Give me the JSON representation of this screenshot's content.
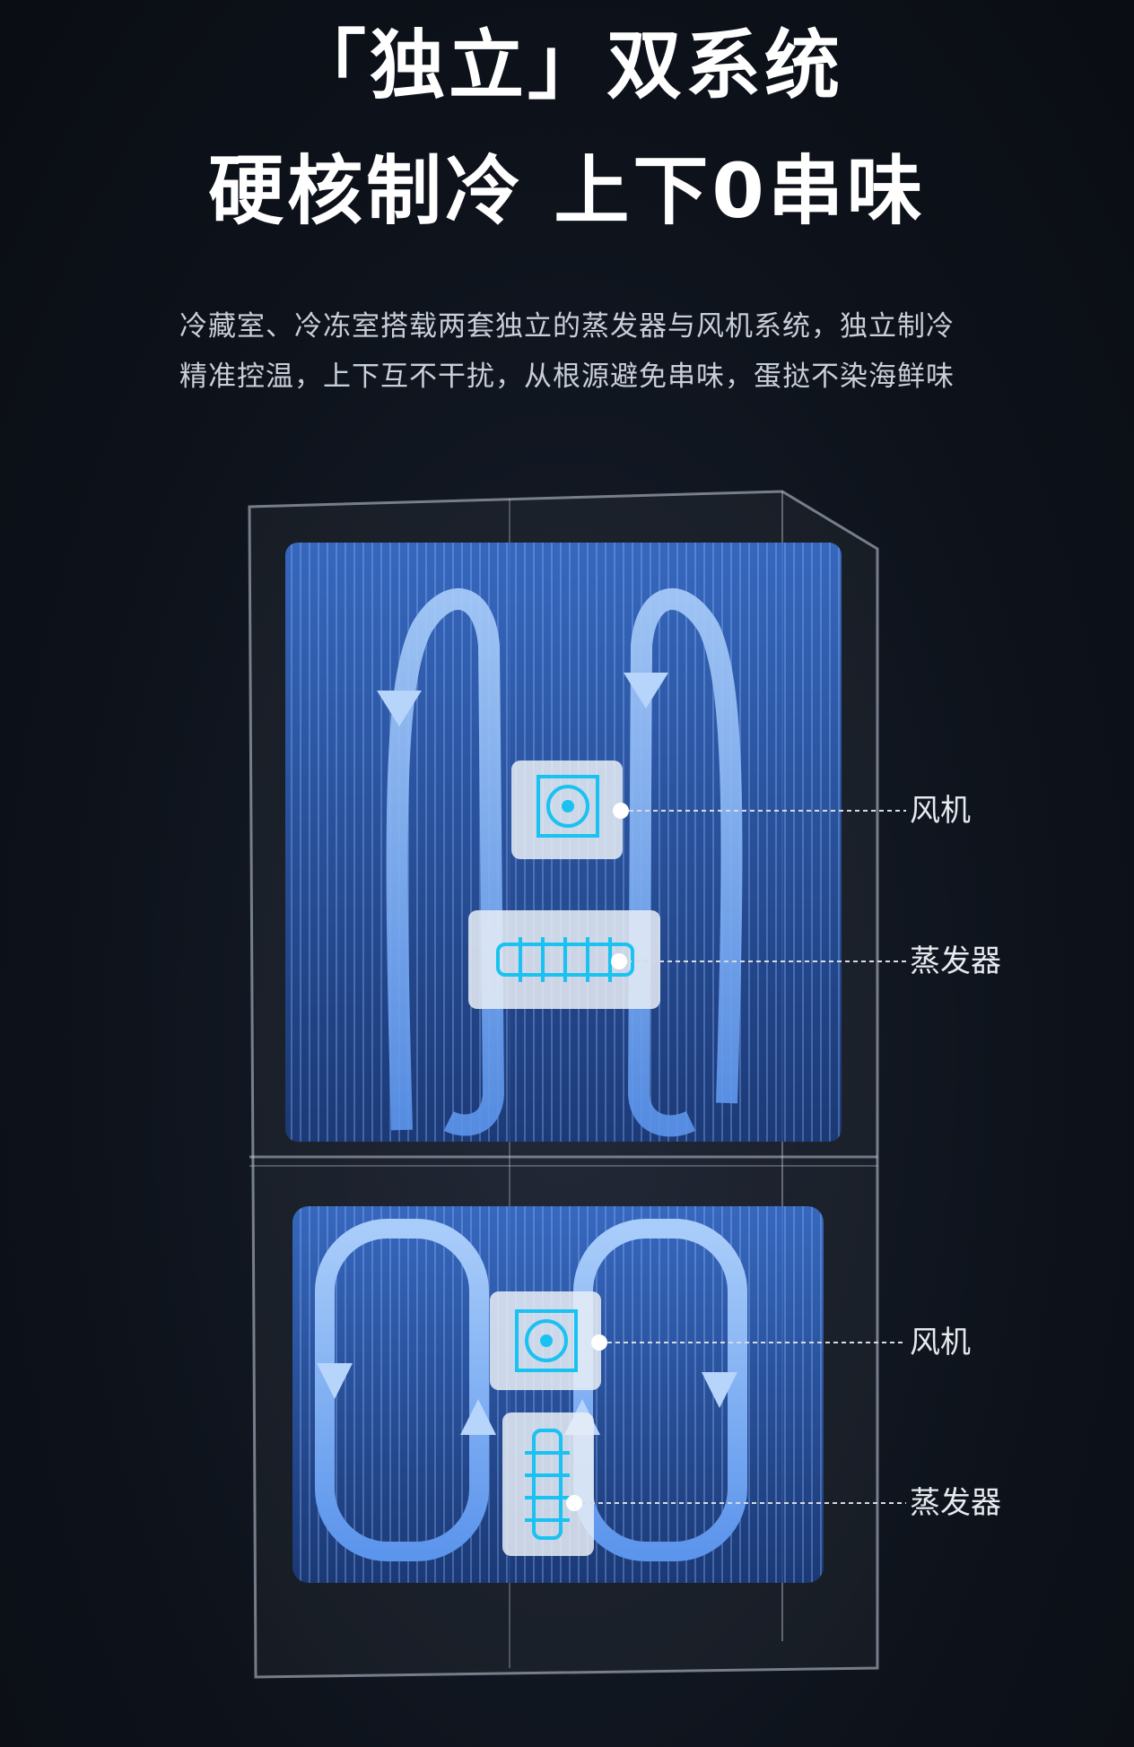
{
  "headline": {
    "line1": "「独立」双系统",
    "line2": "硬核制冷  上下0串味"
  },
  "description": {
    "line1": "冷藏室、冷冻室搭载两套独立的蒸发器与风机系统，独立制冷",
    "line2": "精准控温，上下互不干扰，从根源避免串味，蛋挞不染海鲜味"
  },
  "callouts": {
    "upper_fan": "风机",
    "upper_evaporator": "蒸发器",
    "lower_fan": "风机",
    "lower_evaporator": "蒸发器"
  },
  "colors": {
    "background": "#0e131c",
    "airflow_blue": "#4a8cf0",
    "component_cyan": "#19c2f0"
  }
}
